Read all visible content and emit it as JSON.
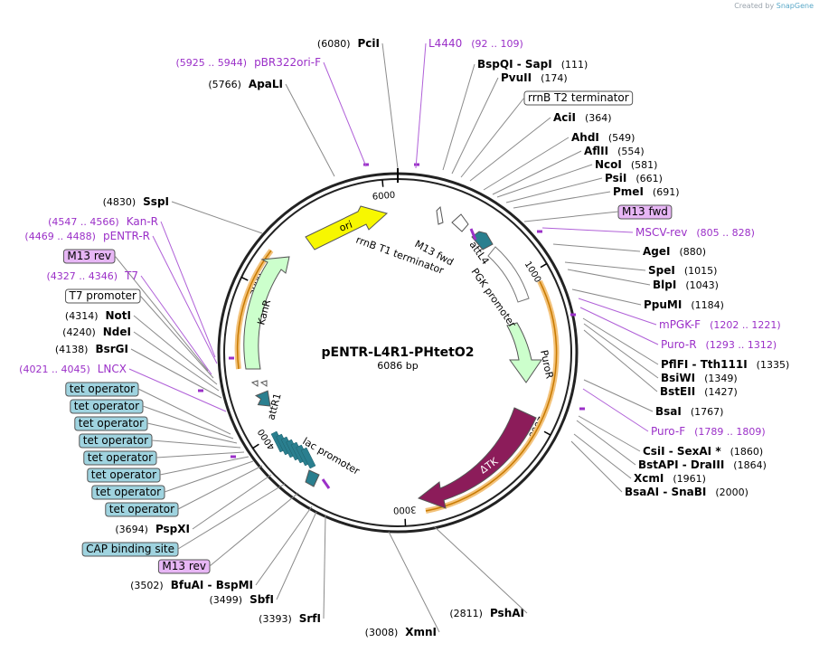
{
  "credit": {
    "prefix": "Created by",
    "brand": "SnapGene"
  },
  "plasmid": {
    "name": "pENTR-L4R1-PHtetO2",
    "length_label": "6086 bp",
    "length": 6086
  },
  "colors": {
    "primer": "#9b30c8",
    "site_line": "#777777",
    "backbone": "#000000",
    "ori": "#f7f700",
    "kanr": "#ccffcc",
    "puror": "#ccffcc",
    "dtk": "#8c1c5a",
    "attr": "#2a7f8f",
    "tet_operator": "#9fd3df",
    "m13_box": "#e7b6f5"
  },
  "ticks": [
    "1000",
    "2000",
    "3000",
    "4000",
    "5000",
    "6000"
  ],
  "features": [
    {
      "id": "ori",
      "label": "ori"
    },
    {
      "id": "kanr",
      "label": "KanR"
    },
    {
      "id": "puror",
      "label": "PuroR"
    },
    {
      "id": "dtk",
      "label": "ΔTK"
    },
    {
      "id": "rrnb-t1",
      "label": "rrnB T1 terminator"
    },
    {
      "id": "m13fwd-inner",
      "label": "M13 fwd"
    },
    {
      "id": "attl4",
      "label": "attL4"
    },
    {
      "id": "pgk",
      "label": "PGK promoter"
    },
    {
      "id": "attr1",
      "label": "attR1"
    },
    {
      "id": "lac",
      "label": "lac promoter"
    }
  ],
  "labels_left": [
    {
      "id": "pcii",
      "name": "PciI",
      "pos": "(6080)",
      "kind": "site"
    },
    {
      "id": "pbr322",
      "name": "pBR322ori-F",
      "pos": "(5925 .. 5944)",
      "kind": "primer"
    },
    {
      "id": "apali",
      "name": "ApaLI",
      "pos": "(5766)",
      "kind": "site"
    },
    {
      "id": "sspi",
      "name": "SspI",
      "pos": "(4830)",
      "kind": "site"
    },
    {
      "id": "kan-r",
      "name": "Kan-R",
      "pos": "(4547 .. 4566)",
      "kind": "primer"
    },
    {
      "id": "pentr-r",
      "name": "pENTR-R",
      "pos": "(4469 .. 4488)",
      "kind": "primer"
    },
    {
      "id": "m13rev-a",
      "name": "M13 rev",
      "pos": "",
      "kind": "box-m13"
    },
    {
      "id": "t7",
      "name": "T7",
      "pos": "(4327 .. 4346)",
      "kind": "primer"
    },
    {
      "id": "t7prom",
      "name": "T7 promoter",
      "pos": "",
      "kind": "box-white"
    },
    {
      "id": "noti",
      "name": "NotI",
      "pos": "(4314)",
      "kind": "site"
    },
    {
      "id": "ndei",
      "name": "NdeI",
      "pos": "(4240)",
      "kind": "site"
    },
    {
      "id": "bsrgi",
      "name": "BsrGI",
      "pos": "(4138)",
      "kind": "site"
    },
    {
      "id": "lncx",
      "name": "LNCX",
      "pos": "(4021 .. 4045)",
      "kind": "primer"
    },
    {
      "id": "teto1",
      "name": "tet operator",
      "pos": "",
      "kind": "box-teal"
    },
    {
      "id": "teto2",
      "name": "tet operator",
      "pos": "",
      "kind": "box-teal"
    },
    {
      "id": "teto3",
      "name": "tet operator",
      "pos": "",
      "kind": "box-teal"
    },
    {
      "id": "teto4",
      "name": "tet operator",
      "pos": "",
      "kind": "box-teal"
    },
    {
      "id": "teto5",
      "name": "tet operator",
      "pos": "",
      "kind": "box-teal"
    },
    {
      "id": "teto6",
      "name": "tet operator",
      "pos": "",
      "kind": "box-teal"
    },
    {
      "id": "teto7",
      "name": "tet operator",
      "pos": "",
      "kind": "box-teal"
    },
    {
      "id": "teto8",
      "name": "tet operator",
      "pos": "",
      "kind": "box-teal"
    },
    {
      "id": "pspxi",
      "name": "PspXI",
      "pos": "(3694)",
      "kind": "site"
    },
    {
      "id": "cap",
      "name": "CAP binding site",
      "pos": "",
      "kind": "box-teal"
    },
    {
      "id": "m13rev-b",
      "name": "M13 rev",
      "pos": "",
      "kind": "box-m13"
    },
    {
      "id": "bfuai",
      "name": "BfuAI  -  BspMI",
      "pos": "(3502)",
      "kind": "site"
    },
    {
      "id": "sbfi",
      "name": "SbfI",
      "pos": "(3499)",
      "kind": "site"
    },
    {
      "id": "srfi",
      "name": "SrfI",
      "pos": "(3393)",
      "kind": "site"
    },
    {
      "id": "xmni",
      "name": "XmnI",
      "pos": "(3008)",
      "kind": "site"
    },
    {
      "id": "pshai",
      "name": "PshAI",
      "pos": "(2811)",
      "kind": "site"
    }
  ],
  "labels_right": [
    {
      "id": "l4440",
      "name": "L4440",
      "pos": "(92 .. 109)",
      "kind": "primer"
    },
    {
      "id": "bspqi",
      "name": "BspQI  -  SapI",
      "pos": "(111)",
      "kind": "site"
    },
    {
      "id": "pvuii",
      "name": "PvuII",
      "pos": "(174)",
      "kind": "site"
    },
    {
      "id": "rrnbt2",
      "name": "rrnB T2 terminator",
      "pos": "",
      "kind": "box-white"
    },
    {
      "id": "acii",
      "name": "AciI",
      "pos": "(364)",
      "kind": "site"
    },
    {
      "id": "ahdi",
      "name": "AhdI",
      "pos": "(549)",
      "kind": "site"
    },
    {
      "id": "aflii",
      "name": "AflII",
      "pos": "(554)",
      "kind": "site"
    },
    {
      "id": "ncoi",
      "name": "NcoI",
      "pos": "(581)",
      "kind": "site"
    },
    {
      "id": "psii",
      "name": "PsiI",
      "pos": "(661)",
      "kind": "site"
    },
    {
      "id": "pmei",
      "name": "PmeI",
      "pos": "(691)",
      "kind": "site"
    },
    {
      "id": "m13fwd",
      "name": "M13 fwd",
      "pos": "",
      "kind": "box-m13"
    },
    {
      "id": "mscv",
      "name": "MSCV-rev",
      "pos": "(805 .. 828)",
      "kind": "primer"
    },
    {
      "id": "agei",
      "name": "AgeI",
      "pos": "(880)",
      "kind": "site"
    },
    {
      "id": "spei",
      "name": "SpeI",
      "pos": "(1015)",
      "kind": "site"
    },
    {
      "id": "blpi",
      "name": "BlpI",
      "pos": "(1043)",
      "kind": "site"
    },
    {
      "id": "ppumi",
      "name": "PpuMI",
      "pos": "(1184)",
      "kind": "site"
    },
    {
      "id": "mpgk",
      "name": "mPGK-F",
      "pos": "(1202 .. 1221)",
      "kind": "primer"
    },
    {
      "id": "puro-r",
      "name": "Puro-R",
      "pos": "(1293 .. 1312)",
      "kind": "primer"
    },
    {
      "id": "pflfi",
      "name": "PflFI  -  Tth111I",
      "pos": "(1335)",
      "kind": "site"
    },
    {
      "id": "bsiwi",
      "name": "BsiWI",
      "pos": "(1349)",
      "kind": "site"
    },
    {
      "id": "bsteii",
      "name": "BstEII",
      "pos": "(1427)",
      "kind": "site"
    },
    {
      "id": "bsai",
      "name": "BsaI",
      "pos": "(1767)",
      "kind": "site"
    },
    {
      "id": "puro-f",
      "name": "Puro-F",
      "pos": "(1789 .. 1809)",
      "kind": "primer"
    },
    {
      "id": "csii",
      "name": "CsiI  -  SexAI *",
      "pos": "(1860)",
      "kind": "site"
    },
    {
      "id": "bstapi",
      "name": "BstAPI  -  DraIII",
      "pos": "(1864)",
      "kind": "site"
    },
    {
      "id": "xcmi",
      "name": "XcmI",
      "pos": "(1961)",
      "kind": "site"
    },
    {
      "id": "bsaai",
      "name": "BsaAI  -  SnaBI",
      "pos": "(2000)",
      "kind": "site"
    }
  ]
}
